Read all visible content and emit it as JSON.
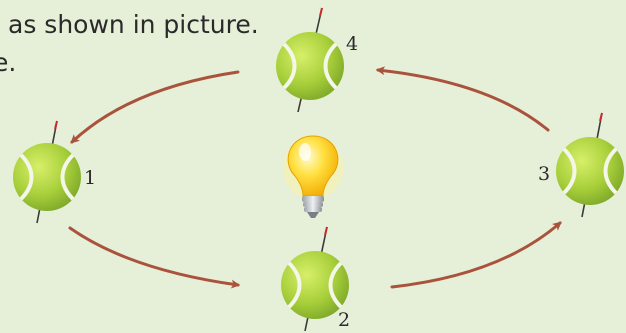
{
  "text": {
    "line1": "as shown in picture.",
    "line2": "e."
  },
  "diagram": {
    "center_icon": "light-bulb-icon",
    "ball_icon": "tennis-ball-icon",
    "balls": [
      {
        "label": "1"
      },
      {
        "label": "2"
      },
      {
        "label": "3"
      },
      {
        "label": "4"
      }
    ],
    "colors": {
      "background": "#e6efd8",
      "arrow": "#a9533d",
      "ball": "#a7cf3a",
      "seam": "#f3f6e8",
      "axis": "#3a3a3a",
      "axis_tip": "#cc2a2a",
      "bulb": "#ffd21e"
    }
  }
}
